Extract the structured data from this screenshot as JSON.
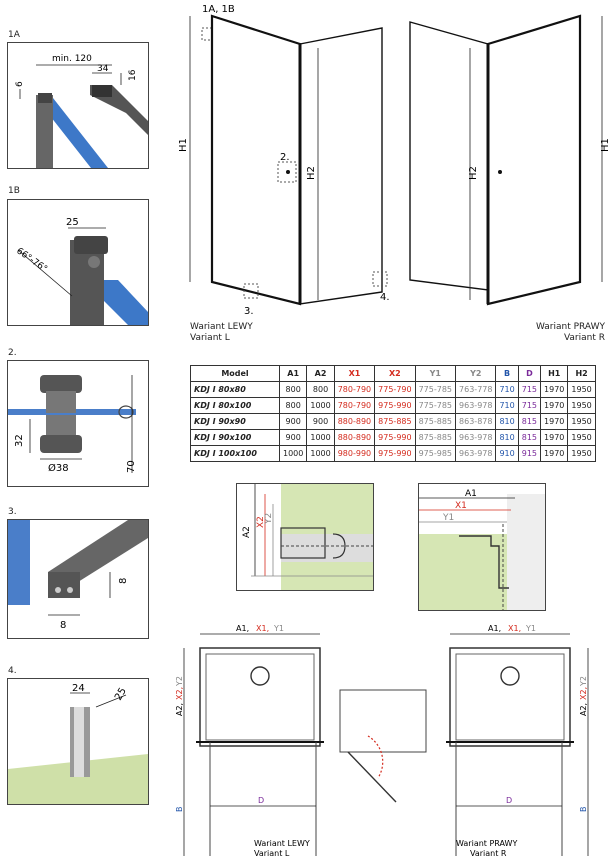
{
  "details": {
    "d1a": {
      "label": "1A",
      "dim_min": "min. 120",
      "dim_34": "34",
      "dim_16": "16",
      "dim_6": "6"
    },
    "d1b": {
      "label": "1B",
      "dim_25": "25",
      "dim_angle": "66°-76°"
    },
    "d2": {
      "label": "2.",
      "dim_32": "32",
      "dim_70": "70",
      "dim_dia": "Ø38"
    },
    "d3": {
      "label": "3.",
      "dim_8a": "8",
      "dim_8b": "8"
    },
    "d4": {
      "label": "4.",
      "dim_24": "24",
      "dim_25": "25"
    }
  },
  "front_view": {
    "callout_1a1b": "1A, 1B",
    "callout_2": "2.",
    "callout_3": "3.",
    "callout_4": "4.",
    "h1_left": "H1",
    "h2_left": "H2",
    "h1_right": "H1",
    "h2_right": "H2",
    "variant_left_line1": "Wariant LEWY",
    "variant_left_line2": "Variant L",
    "variant_right_line1": "Wariant PRAWY",
    "variant_right_line2": "Variant R"
  },
  "table": {
    "headers": [
      "Model",
      "A1",
      "A2",
      "X1",
      "X2",
      "Y1",
      "Y2",
      "B",
      "D",
      "H1",
      "H2"
    ],
    "rows": [
      [
        "KDJ I 80x80",
        "800",
        "800",
        "780-790",
        "775-790",
        "775-785",
        "763-778",
        "710",
        "715",
        "1970",
        "1950"
      ],
      [
        "KDJ I 80x100",
        "800",
        "1000",
        "780-790",
        "975-990",
        "775-785",
        "963-978",
        "710",
        "715",
        "1970",
        "1950"
      ],
      [
        "KDJ I 90x90",
        "900",
        "900",
        "880-890",
        "875-885",
        "875-885",
        "863-878",
        "810",
        "815",
        "1970",
        "1950"
      ],
      [
        "KDJ I 90x100",
        "900",
        "1000",
        "880-890",
        "975-990",
        "875-885",
        "963-978",
        "810",
        "815",
        "1970",
        "1950"
      ],
      [
        "KDJ I 100x100",
        "1000",
        "1000",
        "980-990",
        "975-990",
        "975-985",
        "963-978",
        "910",
        "915",
        "1970",
        "1950"
      ]
    ],
    "colors": {
      "X": "#d42b1e",
      "Y": "#888888",
      "B": "#2255aa",
      "D": "#7a2a9a"
    }
  },
  "wall_details": {
    "left": {
      "a2": "A2",
      "x2": "X2",
      "y2": "Y2"
    },
    "right": {
      "a1": "A1",
      "x1": "X1",
      "y1": "Y1"
    }
  },
  "plan": {
    "left": {
      "a": "A1,",
      "x": "X1,",
      "y": "Y1",
      "a2": "A2,",
      "x2": "X2,",
      "y2": "Y2",
      "b": "B",
      "d": "D",
      "line1": "Wariant LEWY",
      "line2": "Variant L"
    },
    "right": {
      "a": "A1,",
      "x": "X1,",
      "y": "Y1",
      "a2": "A2,",
      "x2": "X2,",
      "y2": "Y2",
      "b": "B",
      "d": "D",
      "line1": "Wariant PRAWY",
      "line2": "Variant R"
    }
  }
}
